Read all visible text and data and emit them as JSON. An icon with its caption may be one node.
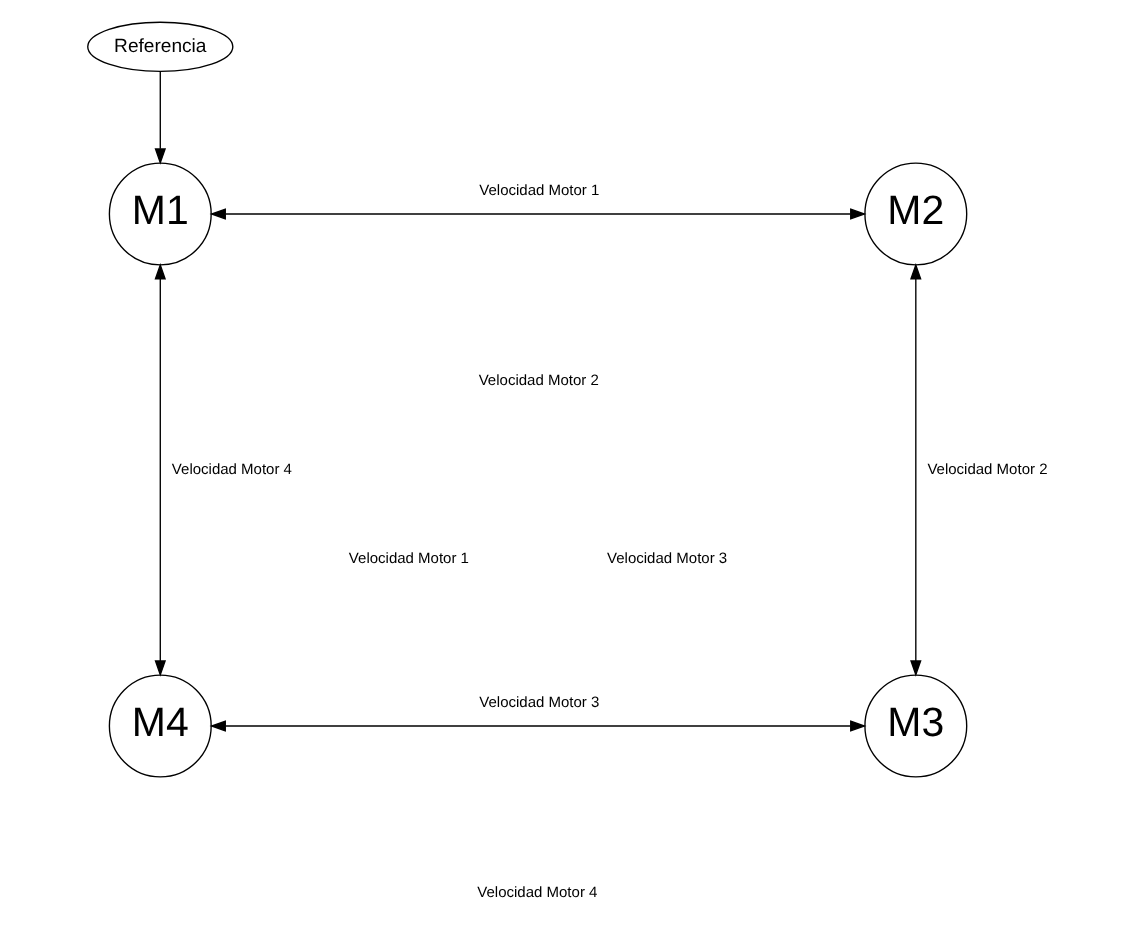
{
  "diagram": {
    "nodes": [
      {
        "text": [
          "Referencia"
        ]
      },
      {
        "text": [
          "M1"
        ]
      },
      {
        "text": [
          "M2"
        ]
      },
      {
        "text": [
          "M4"
        ]
      },
      {
        "text": [
          "M3"
        ]
      }
    ],
    "edges": [
      {
        "from": 0,
        "to": 1,
        "arrow": "to"
      },
      {
        "from": 1,
        "to": 2,
        "arrow": "both",
        "label": "Velocidad Motor 1"
      },
      {
        "from": 1,
        "to": 3,
        "arrow": "both",
        "label": "Velocidad Motor 4"
      },
      {
        "from": 2,
        "to": 4,
        "arrow": "both",
        "label": "Velocidad Motor 2"
      },
      {
        "from": 3,
        "to": 4,
        "arrow": "both",
        "label": "Velocidad Motor 3"
      }
    ],
    "labels": [
      "Velocidad Motor 2",
      "Velocidad Motor 1",
      "Velocidad Motor 3",
      "Velocidad Motor 4"
    ]
  }
}
